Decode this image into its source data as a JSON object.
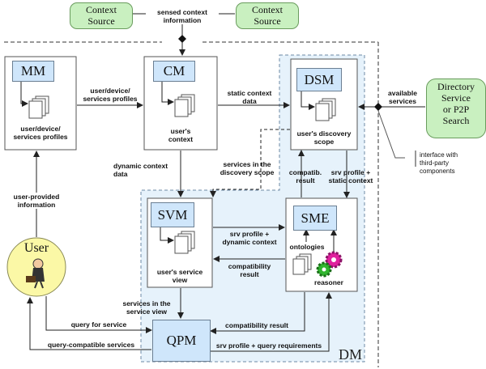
{
  "nodes": {
    "context_source_left": "Context\nSource",
    "context_source_right": "Context\nSource",
    "directory_service": "Directory\nService\nor P2P\nSearch",
    "mm": "MM",
    "cm": "CM",
    "dsm": "DSM",
    "svm": "SVM",
    "sme": "SME",
    "qpm": "QPM",
    "user": "User"
  },
  "inner_labels": {
    "mm_store": "user/device/\nservices profiles",
    "cm_store": "user's\ncontext",
    "dsm_store": "user's discovery\nscope",
    "svm_store": "user's service\nview",
    "ontologies": "ontologies",
    "reasoner": "reasoner"
  },
  "edge_labels": {
    "sensed_context": "sensed context\ninformation",
    "user_device_profiles": "user/device/\nservices profiles",
    "static_context": "static context\ndata",
    "available_services": "available\nservices",
    "dynamic_context_data": "dynamic context\ndata",
    "services_discovery_scope": "services in the\ndiscovery scope",
    "compatib_result": "compatib.\nresult",
    "srv_profile_static": "srv profile +\nstatic context",
    "user_provided": "user-provided\ninformation",
    "srv_profile_dynamic": "srv profile +\ndynamic context",
    "compatibility_result_sme_svm": "compatibility\nresult",
    "services_service_view": "services in the\nservice view",
    "query_for_service": "query for service",
    "compatibility_result_sme_qpm": "compatibility result",
    "query_compatible_services": "query-compatible services",
    "srv_profile_query": "srv profile + query requirements"
  },
  "annotation": "interface with\nthird-party\ncomponents",
  "region_label": "DM",
  "colors": {
    "module_fill": "#cfe6fb",
    "context_source_fill": "#c9f0c0",
    "dm_region_fill": "#e6f2fb",
    "user_fill": "#fbf8a6",
    "inner_panel_fill": "#ffffff"
  }
}
